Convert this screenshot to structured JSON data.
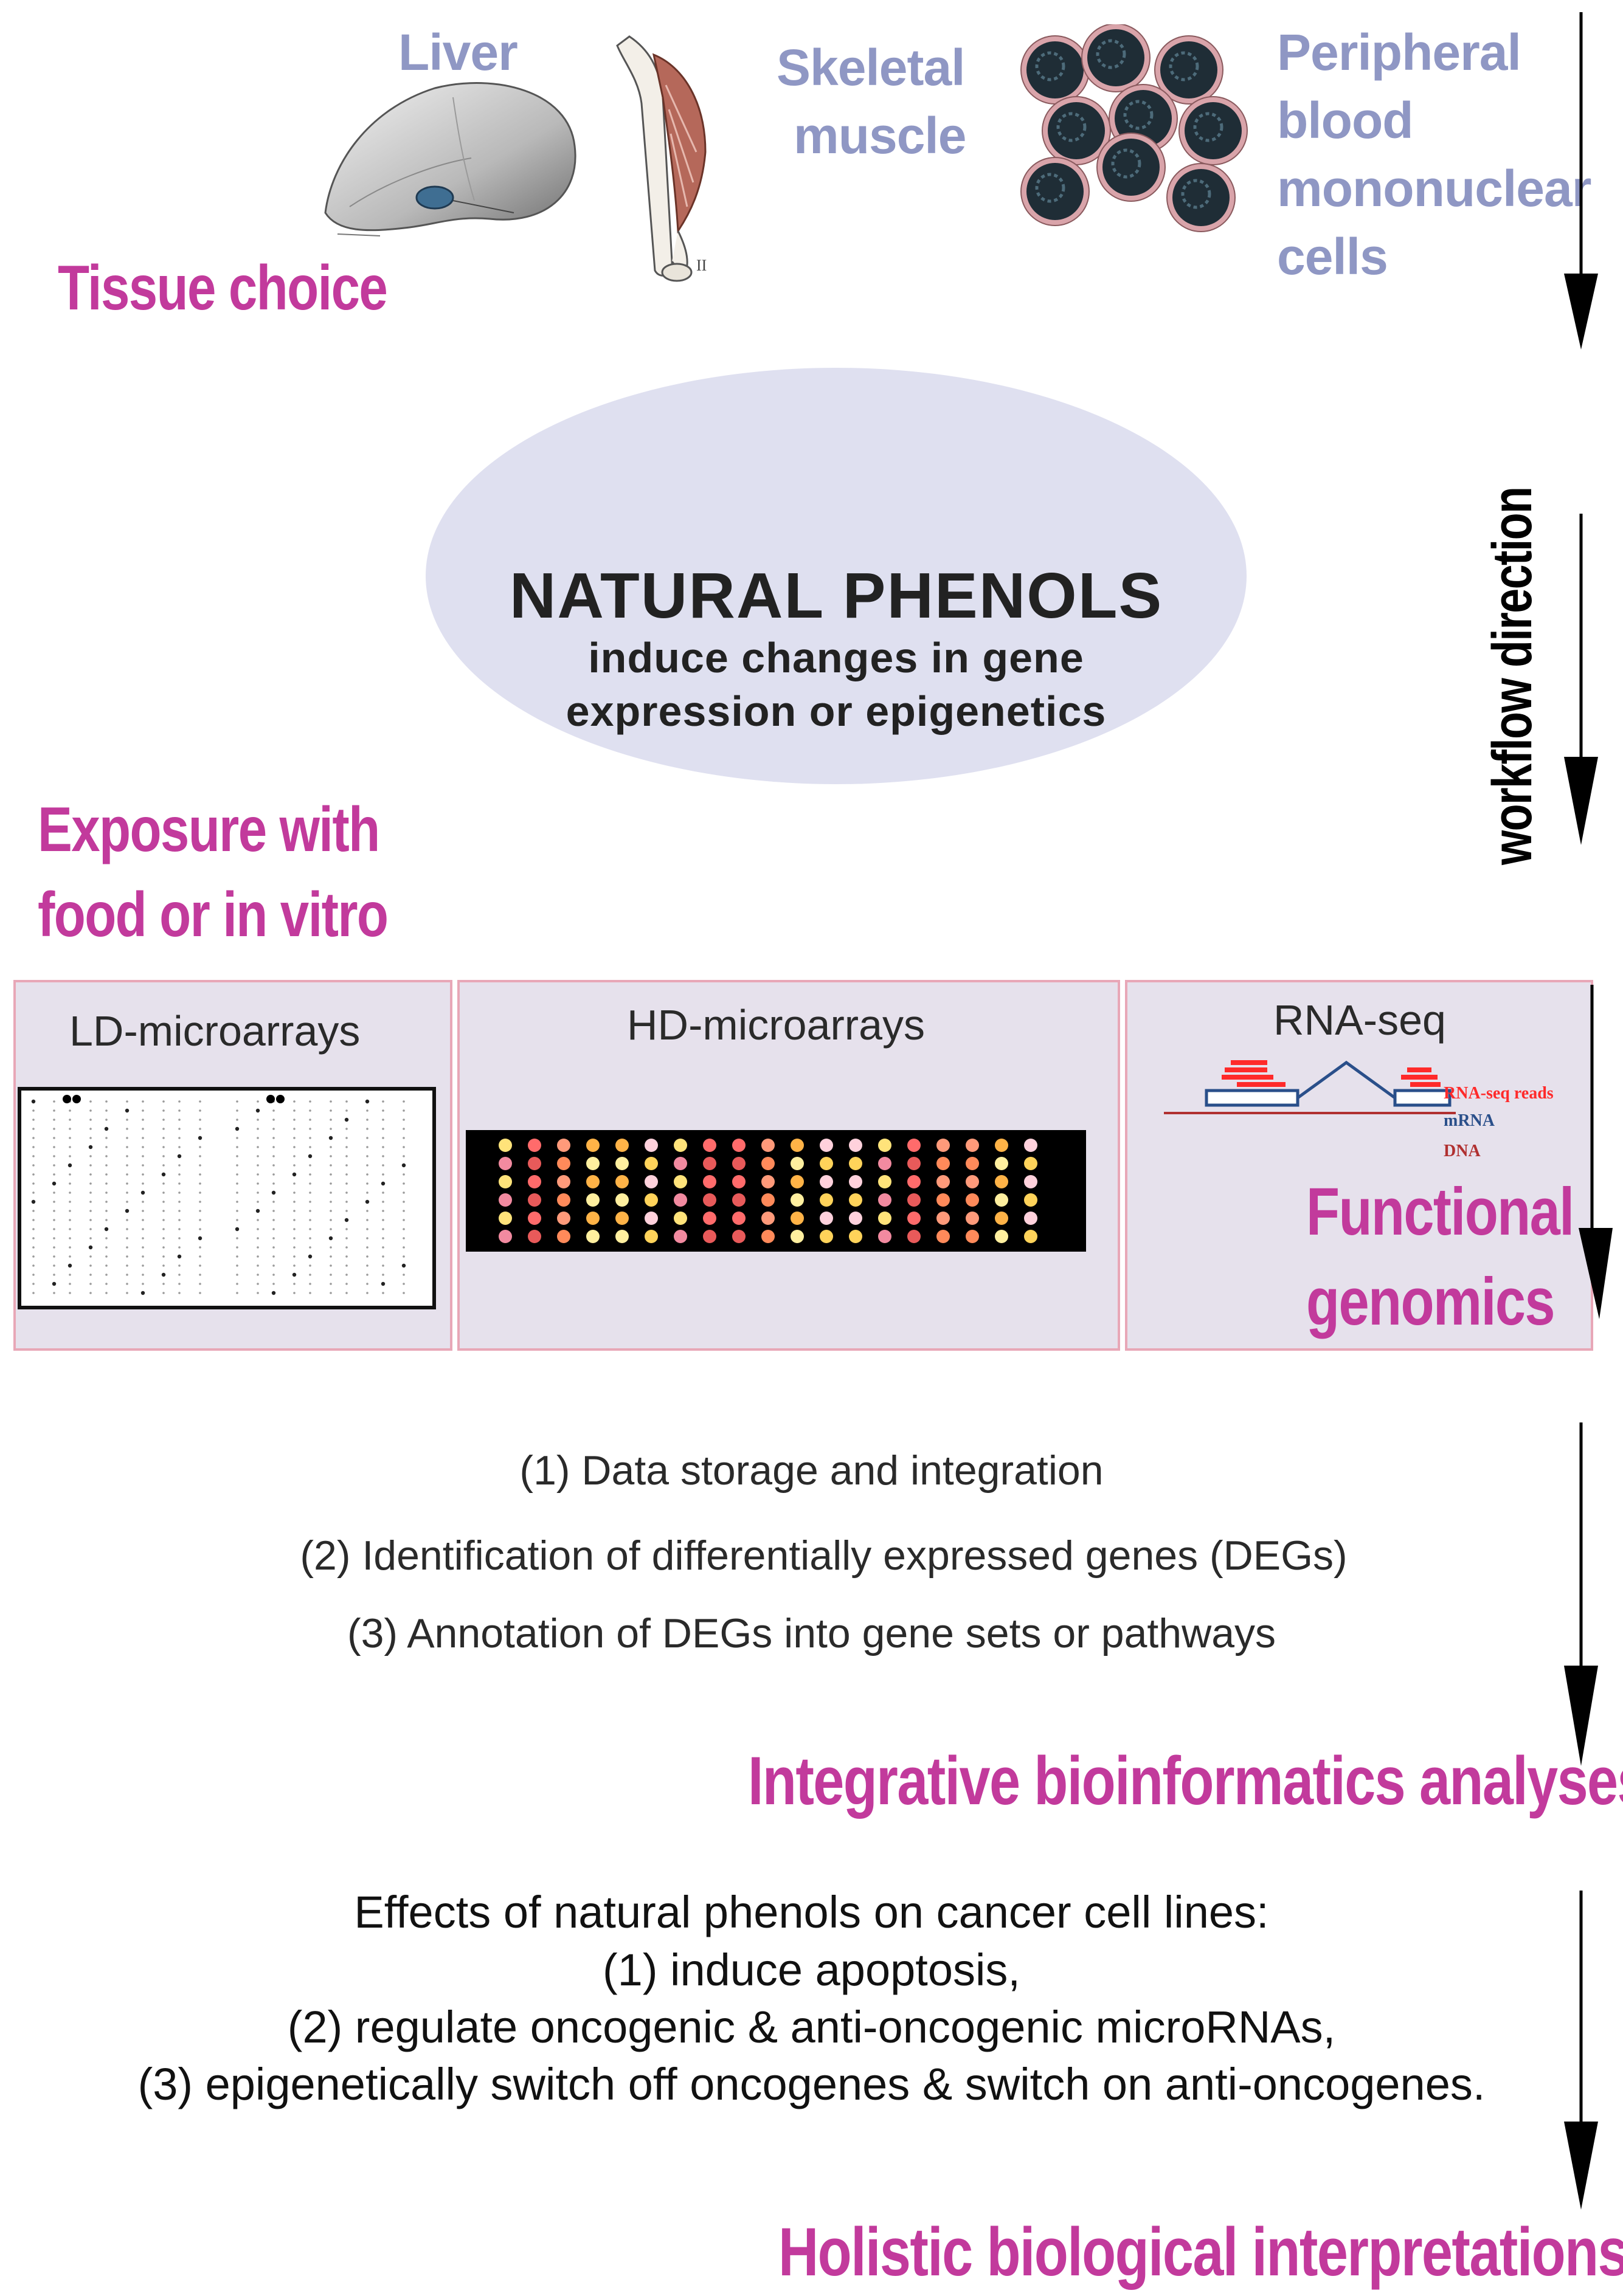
{
  "tissue": {
    "liver": "Liver",
    "skeletal_muscle": [
      "Skeletal",
      "muscle"
    ],
    "pbmc": [
      "Peripheral",
      "blood",
      "mononuclear",
      "cells"
    ],
    "section_label": "Tissue choice"
  },
  "center": {
    "title": "NATURAL PHENOLS",
    "subtitle_line1": "induce changes in gene",
    "subtitle_line2": "expression or epigenetics"
  },
  "workflow_label": "workflow direction",
  "exposure_label": [
    "Exposure with",
    "food or in vitro"
  ],
  "panels": {
    "ld": "LD-microarrays",
    "hd": "HD-microarrays",
    "rnaseq": "RNA-seq",
    "rnaseq_legend": [
      "RNA-seq reads",
      "mRNA",
      "DNA"
    ]
  },
  "functional_genomics": [
    "Functional",
    "genomics"
  ],
  "analysis_steps": [
    "(1) Data storage and integration",
    "(2) Identification of differentially expressed genes (DEGs)",
    "(3) Annotation of DEGs into gene sets or pathways"
  ],
  "integrative_label": "Integrative bioinformatics analyses",
  "effects": {
    "intro": "Effects of natural phenols on cancer cell lines:",
    "items": [
      "(1) induce apoptosis,",
      "(2) regulate oncogenic & anti-oncogenic microRNAs,",
      "(3) epigenetically switch off oncogenes & switch on anti-oncogenes."
    ]
  },
  "holistic_label": "Holistic biological interpretations",
  "colors": {
    "magenta": "#c23a9c",
    "tissue_blue": "#8f97c4",
    "ellipse_fill": "#dfe0f0",
    "panel_fill": "#e6e1ec",
    "panel_border": "#e8a7b7"
  }
}
